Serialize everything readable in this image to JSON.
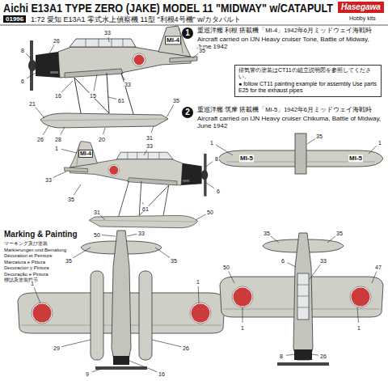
{
  "diagram": {
    "title": "Aichi E13A1 TYPE ZERO (JAKE) MODEL 11 \"MIDWAY\" w/CATAPULT",
    "nodes": [
      {
        "text": [
          "1"
        ]
      },
      {
        "text": [
          "2"
        ]
      },
      {
        "text": [
          "排気管の塗装はCT11の組立説明図を参照してください。",
          "● follow CT11 painting example for assembly Use parts E25 for the exhaust pipes"
        ]
      }
    ],
    "edges": [],
    "labels": [
      "Hasegawa",
      "Hobby kits",
      "01996",
      "1:72 愛知 E13A1 零式水上偵察機 11型 \"利根4号機\" w/カタパルト",
      "重巡洋艦 利根 搭載機「MI-4」1942年6月ミッドウェイ海戦時",
      "Aircraft carried on IJN Heavy cruiser Tone, Battle of Midway, June 1942",
      "重巡洋艦 筑摩 搭載機「MI-5」1942年6月ミッドウェイ海戦時",
      "Aircraft carried on IJN Heavy cruiser Chikuma, Battle of Midway, June 1942",
      "Marking & Painting",
      "マーキング及び塗装",
      "Markierungen und Bemalung",
      "Décoration et Peinture",
      "Marcatura e Pittura",
      "Decoración y Pintura",
      "Decoração e Pintura",
      "標誌及塗裝指示",
      "MI-4",
      "MI-4",
      "MI-5",
      "MI-5",
      "33",
      "26",
      "8",
      "6",
      "35",
      "33",
      "16",
      "15",
      "61",
      "35",
      "21",
      "26",
      "28",
      "20",
      "31",
      "1",
      "33",
      "35",
      "33",
      "8",
      "6",
      "50",
      "61",
      "31",
      "1",
      "1",
      "35",
      "1",
      "1",
      "35",
      "35",
      "50",
      "33",
      "29",
      "26",
      "9",
      "16",
      "35",
      "35",
      "6",
      "50",
      "47",
      "1",
      "1",
      "26",
      "8",
      "33"
    ]
  }
}
